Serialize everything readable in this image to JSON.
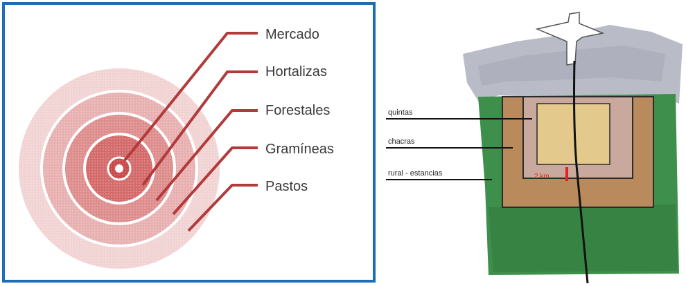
{
  "left_diagram": {
    "zones": [
      {
        "label": "Mercado",
        "color": "#c94848"
      },
      {
        "label": "Hortalizas",
        "color": "#d46a6a"
      },
      {
        "label": "Forestales",
        "color": "#de8d8d"
      },
      {
        "label": "Gramíneas",
        "color": "#e8b0b0"
      },
      {
        "label": "Pastos",
        "color": "#f2d3d3"
      }
    ],
    "leader_color": "#b23a3a",
    "frame_color": "#1f6bb5"
  },
  "right_sketch": {
    "labels": [
      {
        "label": "quintas"
      },
      {
        "label": "chacras"
      },
      {
        "label": "rural - estancias"
      }
    ],
    "distance_label": "2 km",
    "colors": {
      "sky": "#b9bcc6",
      "rural": "#3f8f4c",
      "chacras": "#b98a5c",
      "quintas": "#c9a89d",
      "core": "#e3ca8c",
      "distance": "#e02424"
    }
  }
}
